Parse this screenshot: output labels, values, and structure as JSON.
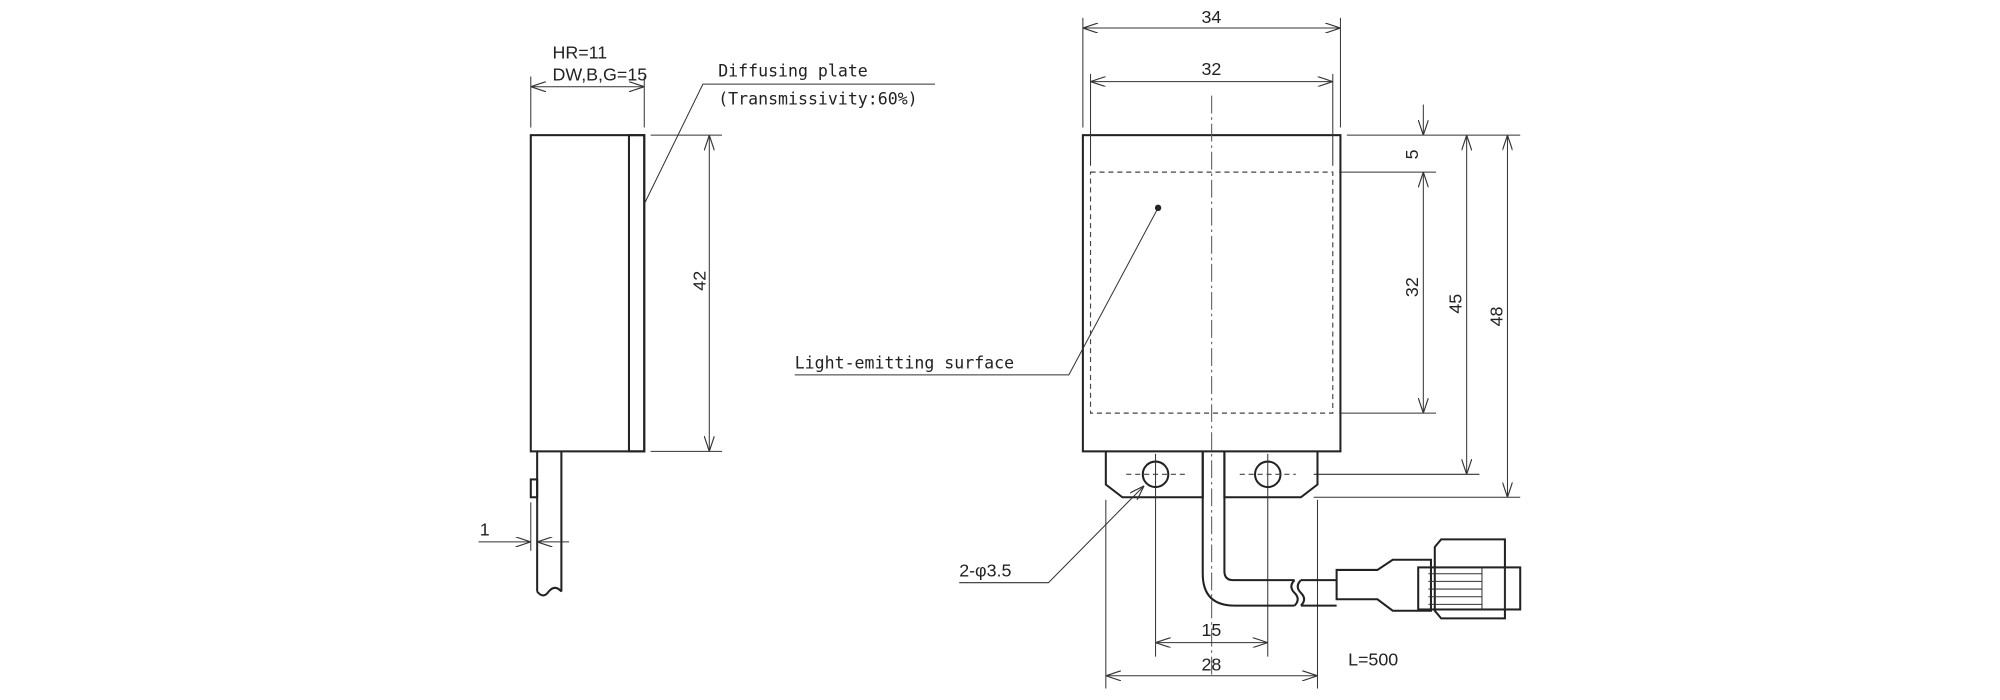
{
  "side_view": {
    "width_label_line1": "HR=11",
    "width_label_line2": "DW,B,G=15",
    "diffuser_label": "Diffusing plate",
    "diffuser_note": "(Transmissivity:60%)",
    "height_dim": "42",
    "offset_dim": "1"
  },
  "front_view": {
    "width_outer_dim": "34",
    "width_inner_dim": "32",
    "top_margin_dim": "5",
    "surface_height_dim": "32",
    "hole_height_dim": "45",
    "total_height_dim": "48",
    "hole_pitch_dim": "15",
    "bracket_width_dim": "28",
    "surface_label": "Light-emitting surface",
    "holes_label": "2-φ3.5",
    "cable_length": "L=500"
  }
}
